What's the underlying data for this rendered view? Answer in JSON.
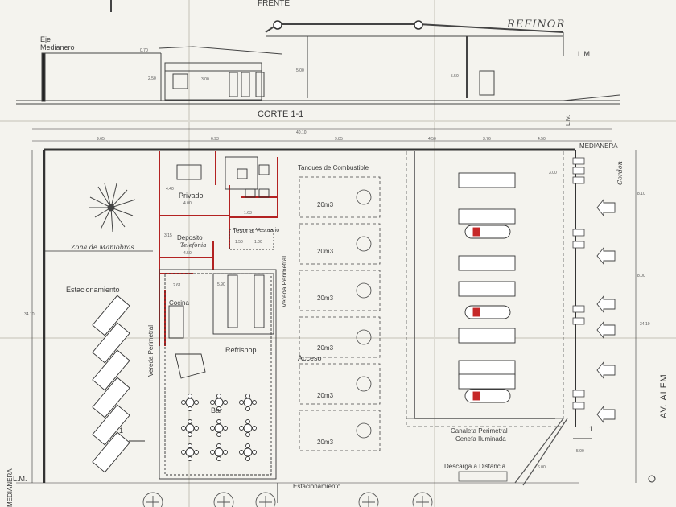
{
  "header": {
    "frente": "FRENTE",
    "brand": "REFINOR",
    "eje_medianero_1": "Eje",
    "eje_medianero_2": "Medianero",
    "lm_top": "L.M.",
    "section_title": "CORTE 1-1"
  },
  "section_dims": [
    "0.70",
    "2.50",
    "3.00",
    "5.00",
    "5.50"
  ],
  "plan_dims": {
    "overall_width": "40.10",
    "segments": [
      "9.65",
      "6.93",
      "9.85",
      "4.50",
      "3.76",
      "4.50"
    ],
    "left_height": "34.10",
    "right_height": "34.10",
    "misc": [
      "4.40",
      "4.00",
      "3.15",
      "4.50",
      "1.50",
      "1.00",
      "1.63",
      "2.61",
      "5.90",
      "8.10",
      "8.00",
      "3.00",
      "5.00",
      "6.00"
    ]
  },
  "labels": {
    "medianera_right": "MEDIANERA",
    "medianera_left": "MEDIANERA",
    "cordon": "Cordon",
    "privado": "Privado",
    "deposito": "Deposito",
    "telefonia": "Telefonia",
    "tesoreria": "Tesoria",
    "vestuario": "Vestuario",
    "zona_maniobras": "Zona de Maniobras",
    "estacionamiento_left": "Estacionamiento",
    "vereda_left": "Vereda Perimetral",
    "vereda_mid": "Vereda Perimetral",
    "cocina": "Cocina",
    "refrishop": "Refrishop",
    "bar": "Bar",
    "tanques": "Tanques de Combustible",
    "acceso": "Acceso",
    "canaleta": "Canaleta Perimetral",
    "cenefa": "Cenefa Iluminada",
    "descarga": "Descarga a Distancia",
    "estacionamiento_bottom": "Estacionamiento",
    "av": "AV. ALFM",
    "lm_left": "L.M.",
    "lm_right": "L.M."
  },
  "tanks": [
    "20m3",
    "20m3",
    "20m3",
    "20m3",
    "20m3",
    "20m3"
  ],
  "markers": {
    "section_mark": "1"
  }
}
